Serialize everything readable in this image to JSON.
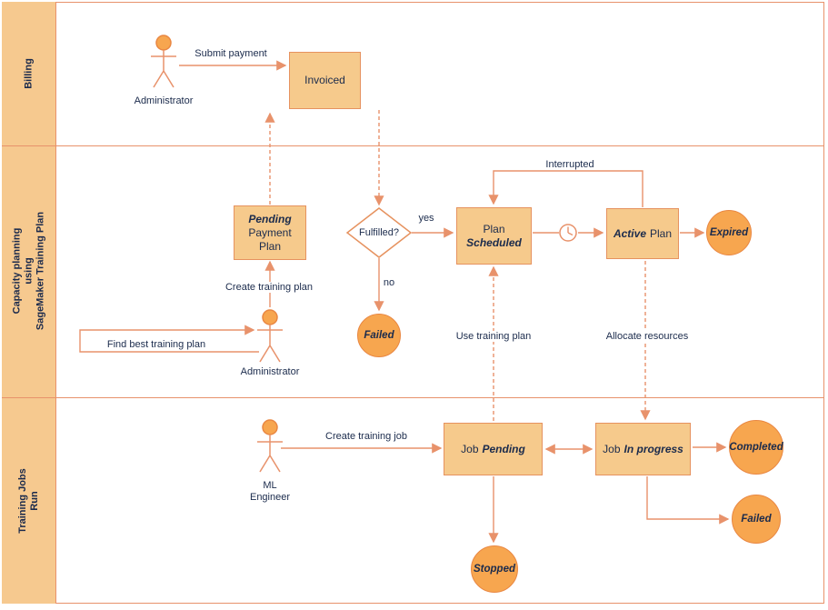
{
  "colors": {
    "lane_header_fill": "#F6C98F",
    "shape_fill": "#F6CA8C",
    "shape_stroke": "#E6925F",
    "state_fill": "#F7A64F",
    "state_stroke": "#E98742",
    "edge": "#E8926B",
    "text": "#1B2B4C"
  },
  "lanes": [
    {
      "title_lines": [
        "Billing"
      ]
    },
    {
      "title_lines": [
        "Capacity planning",
        "using",
        "SageMaker Training Plan"
      ]
    },
    {
      "title_lines": [
        "Training Jobs",
        "Run"
      ]
    }
  ],
  "actors": {
    "billing_admin": "Administrator",
    "capacity_admin": "Administrator",
    "ml_engineer_lines": [
      "ML",
      "Engineer"
    ]
  },
  "nodes": {
    "invoiced": "Invoiced",
    "pending_payment_plan": {
      "em": "Pending",
      "line2": "Payment",
      "line3": "Plan"
    },
    "fulfilled": "Fulfilled?",
    "plan_scheduled": {
      "line1": "Plan",
      "em": "Scheduled"
    },
    "active_plan": {
      "em": "Active",
      "rest": "Plan"
    },
    "expired": "Expired",
    "failed_plan": "Failed",
    "job_pending": {
      "pre": "Job",
      "em": "Pending"
    },
    "job_in_progress": {
      "pre": "Job",
      "em": "In progress"
    },
    "completed": "Completed",
    "failed_job": "Failed",
    "stopped": "Stopped"
  },
  "edge_labels": {
    "submit_payment": "Submit payment",
    "yes": "yes",
    "no": "no",
    "interrupted": "Interrupted",
    "create_training_plan": "Create training plan",
    "find_best_training_plan": "Find best training plan",
    "use_training_plan": "Use training plan",
    "allocate_resources": "Allocate resources",
    "create_training_job": "Create training job"
  },
  "icons": {
    "timer": "timer-clock"
  }
}
